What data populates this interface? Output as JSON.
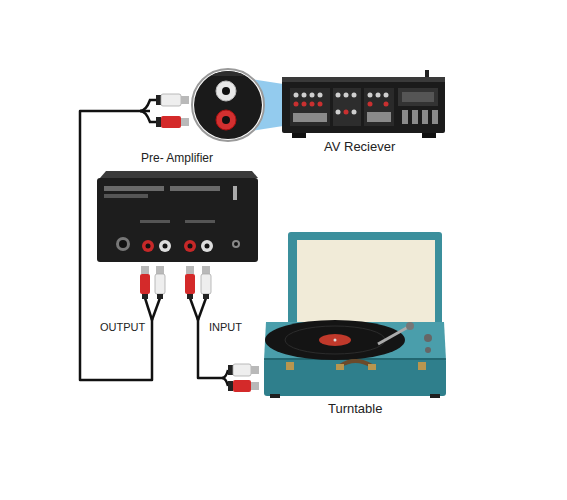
{
  "diagram": {
    "nodes": [
      {
        "text": [
          "Pre- Amplifier"
        ]
      },
      {
        "text": [
          "AV Reciever"
        ]
      },
      {
        "text": [
          "Turntable"
        ]
      }
    ],
    "edges": [
      {
        "from": 0,
        "to": 1,
        "label": "OUTPUT",
        "arrow": "none"
      },
      {
        "from": 2,
        "to": 0,
        "label": "INPUT",
        "arrow": "none"
      }
    ]
  }
}
